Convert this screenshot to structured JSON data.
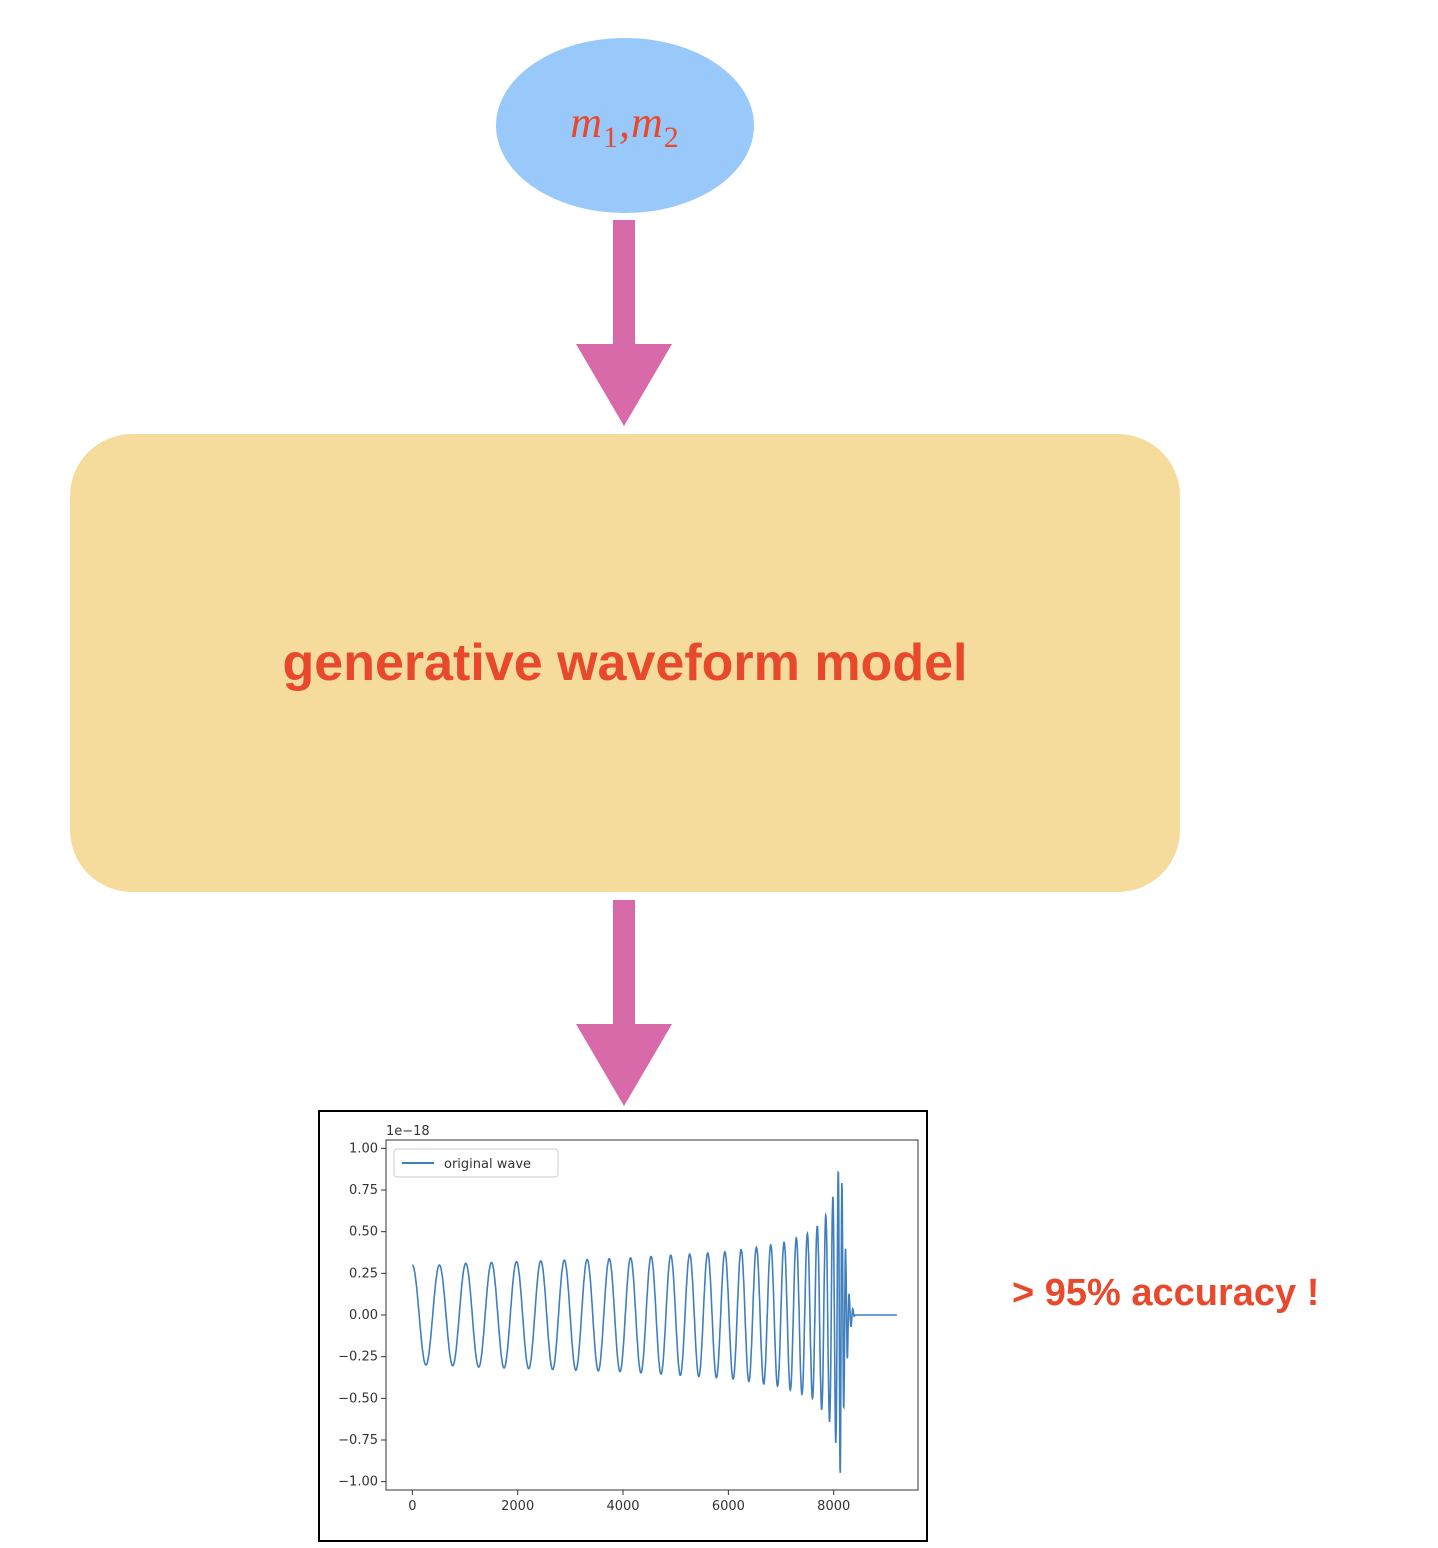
{
  "colors": {
    "ellipse_fill": "#99c8fa",
    "arrow": "#d96aaa",
    "box_fill": "#f5dc9d",
    "text_red": "#e8492d",
    "wave": "#3f7fbd"
  },
  "input_node": {
    "var1": "m",
    "sub1": "1",
    "sep": ",",
    "var2": "m",
    "sub2": "2"
  },
  "model": {
    "label": "generative waveform model"
  },
  "accuracy": {
    "label": "> 95% accuracy !"
  },
  "chart_data": {
    "type": "line",
    "scale_label": "1e−18",
    "legend": "original wave",
    "legend_position": "top-left",
    "xlim": [
      -500,
      9600
    ],
    "ylim": [
      -1.05,
      1.05
    ],
    "x_ticks": [
      0,
      2000,
      4000,
      6000,
      8000
    ],
    "x_tick_labels": [
      "0",
      "2000",
      "4000",
      "6000",
      "8000"
    ],
    "y_ticks": [
      1.0,
      0.75,
      0.5,
      0.25,
      0.0,
      -0.25,
      -0.5,
      -0.75,
      -1.0
    ],
    "y_tick_labels": [
      "1.00",
      "0.75",
      "0.50",
      "0.25",
      "0.00",
      "−0.25",
      "−0.50",
      "−0.75",
      "−1.00"
    ],
    "grid": false,
    "series": [
      {
        "name": "original wave",
        "description_points": {
          "x": [
            0,
            300,
            600,
            1000,
            2000,
            3000,
            4000,
            5000,
            6000,
            7000,
            7600,
            7900,
            8050,
            8130,
            8200,
            8300,
            8400,
            9200
          ],
          "amplitude": [
            0.3,
            0.3,
            0.3,
            0.31,
            0.32,
            0.33,
            0.34,
            0.36,
            0.38,
            0.43,
            0.5,
            0.62,
            0.78,
            0.97,
            0.5,
            0.1,
            0.0,
            0.0
          ]
        }
      }
    ]
  }
}
